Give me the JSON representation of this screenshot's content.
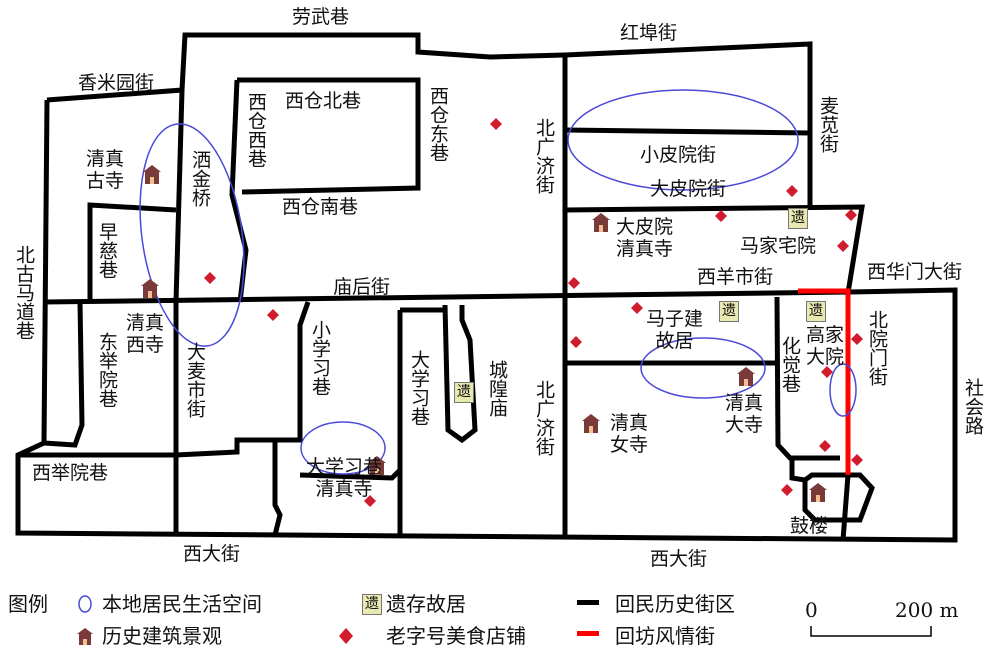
{
  "streets": {
    "laowu": "劳武巷",
    "hongbu": "红埠街",
    "xiangmiyuan": "香米园街",
    "xicangbei": "西仓北巷",
    "xicangxi": "西仓西巷",
    "xicangdong": "西仓东巷",
    "xicangnan": "西仓南巷",
    "sajinqiao": "洒金桥",
    "beiguangji_n": "北广济街",
    "xiaopiyuan": "小皮院街",
    "dapiyuan": "大皮院街",
    "maijue": "麦苋街",
    "beiguma": "北古马道巷",
    "zaoci": "早慈巷",
    "miaohou": "庙后街",
    "xiyangshi": "西羊市街",
    "xihuamen": "西华门大街",
    "dongjuyuan": "东举院巷",
    "damaishi": "大麦市街",
    "xiaoxuexi": "小学习巷",
    "daxuexi": "大学习巷",
    "beiguangji_s": "北广济街",
    "huajue": "化觉巷",
    "beiyuanmen": "北院门街",
    "shehui": "社会路",
    "xijuyuan": "西举院巷",
    "xidajie_w": "西大街",
    "xidajie_e": "西大街"
  },
  "places": {
    "qingzhengusi": "清真\n古寺",
    "qingzhenxisi": "清真\n西寺",
    "dapiyuan_mosque": "大皮院\n清真寺",
    "majiazhaiyuan": "马家宅院",
    "mazijian": "马子建\n故居",
    "gaojiadayuan": "高家\n大院",
    "qingzhendasi": "清真\n大寺",
    "qingzhennvsi": "清真\n女寺",
    "chenghuangmiao": "城隍庙",
    "daxuexi_mosque": "大学习巷\n清真寺",
    "gulou": "鼓楼"
  },
  "heritage_glyph": "遗",
  "legend": {
    "title": "图例",
    "items": [
      {
        "icon": "ellipse-icon",
        "label": "本地居民生活空间"
      },
      {
        "icon": "heritage-icon",
        "label": "遗存故居"
      },
      {
        "icon": "black-line-icon",
        "label": "回民历史街区"
      },
      {
        "icon": "mosque-icon",
        "label": "历史建筑景观"
      },
      {
        "icon": "diamond-icon",
        "label": "老字号美食店铺"
      },
      {
        "icon": "red-line-icon",
        "label": "回坊风情街"
      }
    ]
  },
  "scale": {
    "start": "0",
    "end": "200 m"
  },
  "colors": {
    "street": "#000000",
    "featured_street": "#ff0000",
    "space": "#4a4ad8",
    "food": "#d01c2c",
    "building": "#7a3a3a",
    "heritage_bg": "#e8e8b0"
  }
}
